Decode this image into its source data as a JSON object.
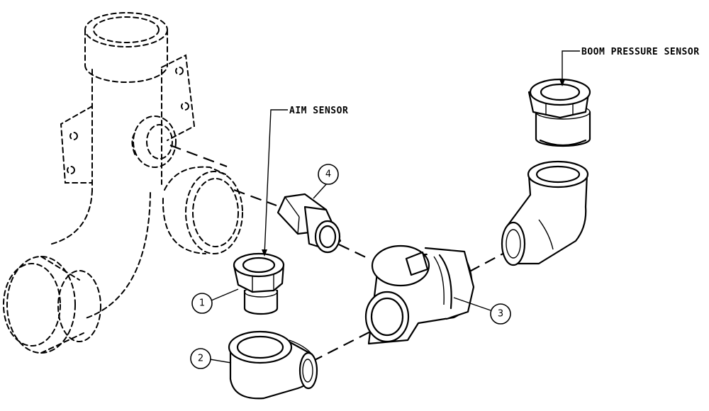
{
  "callouts": {
    "aim_sensor": "AIM SENSOR",
    "boom_pressure_sensor": "BOOM PRESSURE SENSOR"
  },
  "balloons": {
    "item_1": "1",
    "item_2": "2",
    "item_3": "3",
    "item_4": "4"
  },
  "colors": {
    "line": "#000000",
    "background": "#ffffff"
  }
}
